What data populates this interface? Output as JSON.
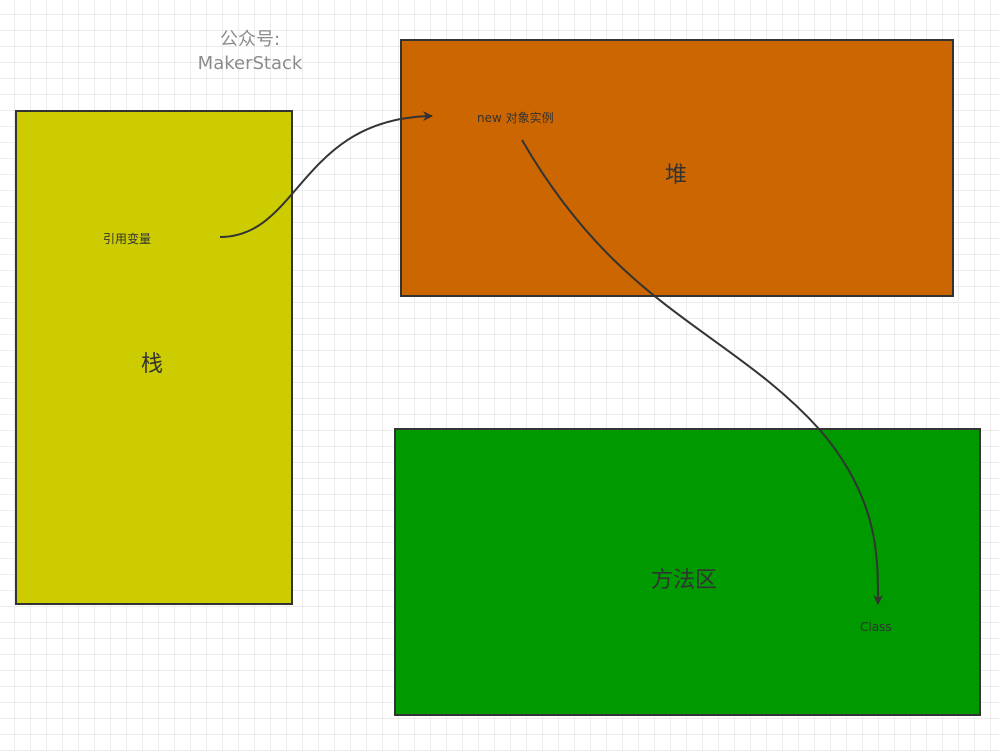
{
  "watermark": {
    "line1": "公众号:",
    "line2": "MakerStack"
  },
  "stack": {
    "title": "栈",
    "ref_label": "引用变量",
    "color": "#cccc00"
  },
  "heap": {
    "title": "堆",
    "instance_label": "new 对象实例",
    "color": "#cc6600"
  },
  "method_area": {
    "title": "方法区",
    "class_label": "Class",
    "color": "#009900"
  },
  "edges": [
    {
      "from": "引用变量",
      "to": "new 对象实例"
    },
    {
      "from": "new 对象实例",
      "to": "Class"
    }
  ]
}
